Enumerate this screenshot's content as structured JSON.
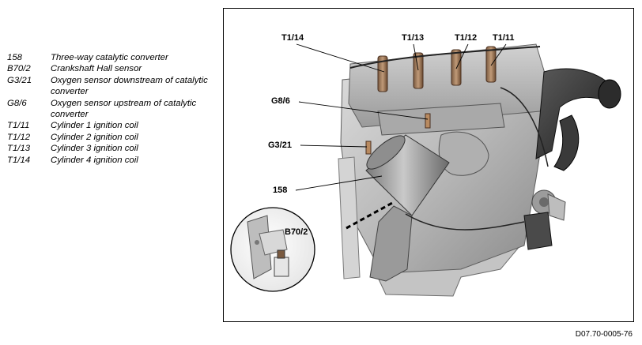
{
  "legend": [
    {
      "code": "158",
      "description": "Three-way catalytic converter"
    },
    {
      "code": "B70/2",
      "description": "Crankshaft Hall sensor"
    },
    {
      "code": "G3/21",
      "description": "Oxygen sensor downstream of catalytic converter"
    },
    {
      "code": "G8/6",
      "description": "Oxygen sensor upstream of catalytic converter"
    },
    {
      "code": "T1/11",
      "description": "Cylinder 1 ignition coil"
    },
    {
      "code": "T1/12",
      "description": "Cylinder 2 ignition coil"
    },
    {
      "code": "T1/13",
      "description": "Cylinder 3 ignition coil"
    },
    {
      "code": "T1/14",
      "description": "Cylinder 4 ignition coil"
    }
  ],
  "callouts": {
    "t1_14": "T1/14",
    "t1_13": "T1/13",
    "t1_12": "T1/12",
    "t1_11": "T1/11",
    "g8_6": "G8/6",
    "g3_21": "G3/21",
    "c158": "158",
    "b70_2": "B70/2"
  },
  "figure_id": "D07.70-0005-76"
}
